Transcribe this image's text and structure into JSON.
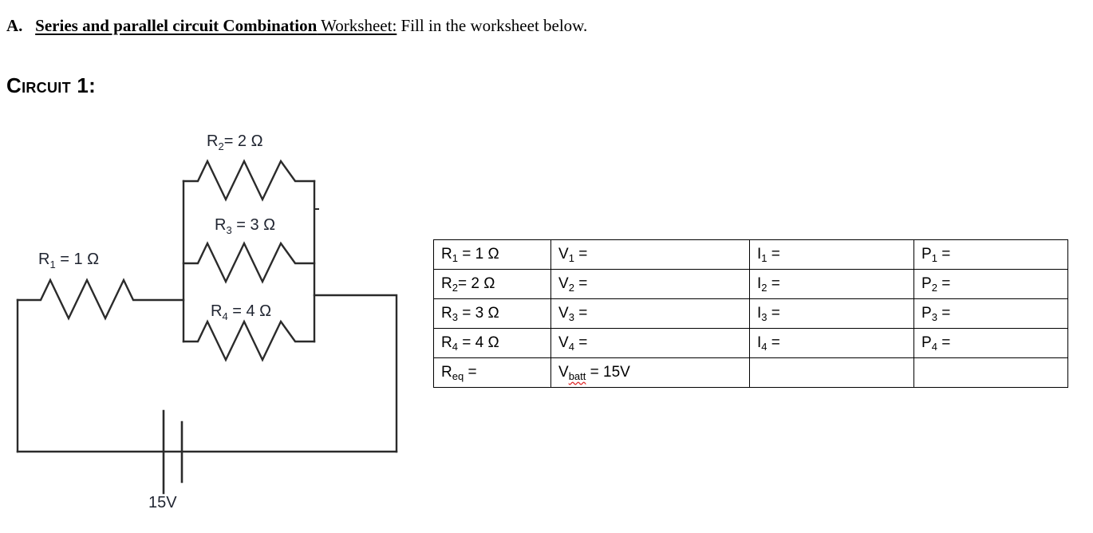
{
  "heading": {
    "letter": "A.",
    "underlined_bold": "Series and parallel circuit Combination",
    "underlined_plain": " Worksheet:",
    "rest": " Fill in the worksheet below."
  },
  "circuit_heading": "Circuit 1:",
  "circuit": {
    "labels": {
      "r1": {
        "symbol": "R",
        "sub": "1",
        "rest": " = 1 Ω"
      },
      "r2": {
        "symbol": "R",
        "sub": "2",
        "rest": "= 2 Ω"
      },
      "r3": {
        "symbol": "R",
        "sub": "3",
        "rest": " = 3 Ω"
      },
      "r4": {
        "symbol": "R",
        "sub": "4",
        "rest": " = 4 Ω"
      },
      "battery": "15V"
    },
    "components": {
      "r1_name": "resistor-r1",
      "r2_name": "resistor-r2",
      "r3_name": "resistor-r3",
      "r4_name": "resistor-r4",
      "battery_name": "battery-15v"
    }
  },
  "table": {
    "rows": [
      {
        "resistance": {
          "sym": "R",
          "sub": "1",
          "rest": " = 1 Ω"
        },
        "voltage": {
          "sym": "V",
          "sub": "1",
          "rest": " ="
        },
        "current": {
          "sym": "I",
          "sub": "1",
          "rest": " ="
        },
        "power": {
          "sym": "P",
          "sub": "1",
          "rest": " ="
        }
      },
      {
        "resistance": {
          "sym": "R",
          "sub": "2",
          "rest": "= 2 Ω"
        },
        "voltage": {
          "sym": "V",
          "sub": "2",
          "rest": " ="
        },
        "current": {
          "sym": "I",
          "sub": "2",
          "rest": " ="
        },
        "power": {
          "sym": "P",
          "sub": "2",
          "rest": " ="
        }
      },
      {
        "resistance": {
          "sym": "R",
          "sub": "3",
          "rest": " = 3 Ω"
        },
        "voltage": {
          "sym": "V",
          "sub": "3",
          "rest": " ="
        },
        "current": {
          "sym": "I",
          "sub": "3",
          "rest": " ="
        },
        "power": {
          "sym": "P",
          "sub": "3",
          "rest": " ="
        }
      },
      {
        "resistance": {
          "sym": "R",
          "sub": "4",
          "rest": " = 4 Ω"
        },
        "voltage": {
          "sym": "V",
          "sub": "4",
          "rest": " ="
        },
        "current": {
          "sym": "I",
          "sub": "4",
          "rest": " ="
        },
        "power": {
          "sym": "P",
          "sub": "4",
          "rest": " ="
        }
      },
      {
        "resistance": {
          "sym": "R",
          "sub": "eq",
          "rest": " ="
        },
        "voltage": {
          "sym": "V",
          "sub": "batt",
          "rest": " = 15V",
          "sub_misspelled": true
        },
        "current": {
          "sym": "",
          "sub": "",
          "rest": ""
        },
        "power": {
          "sym": "",
          "sub": "",
          "rest": ""
        }
      }
    ]
  },
  "colors": {
    "ink": "#000000",
    "wire": "#2b2b2b",
    "label": "#1f2430",
    "spellcheck": "#e03030",
    "page": "#ffffff"
  }
}
